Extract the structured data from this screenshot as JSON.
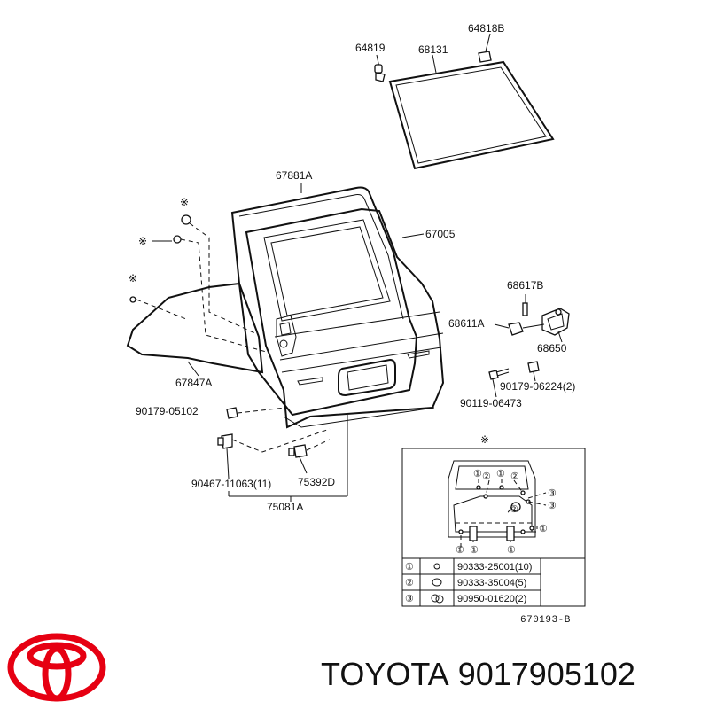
{
  "brand": {
    "name": "TOYOTA",
    "part_number": "9017905102",
    "logo_color": "#e60012"
  },
  "diagram": {
    "reference": "670193-B",
    "part_labels": {
      "p64819": "64819",
      "p64818B": "64818B",
      "p68131": "68131",
      "p67881A": "67881A",
      "p67005": "67005",
      "p68617B": "68617B",
      "p68611A": "68611A",
      "p68650": "68650",
      "p90179_06224": "90179-06224(2)",
      "p90119_06473": "90119-06473",
      "p67847A": "67847A",
      "p90179_05102": "90179-05102",
      "p90467_11063": "90467-11063(11)",
      "p75392D": "75392D",
      "p75081A": "75081A"
    },
    "markers": {
      "asterisk": "※",
      "one": "①",
      "two": "②",
      "three": "③"
    },
    "legend": [
      {
        "marker": "①",
        "part": "90333-25001(10)"
      },
      {
        "marker": "②",
        "part": "90333-35004(5)"
      },
      {
        "marker": "③",
        "part": "90950-01620(2)"
      }
    ]
  }
}
